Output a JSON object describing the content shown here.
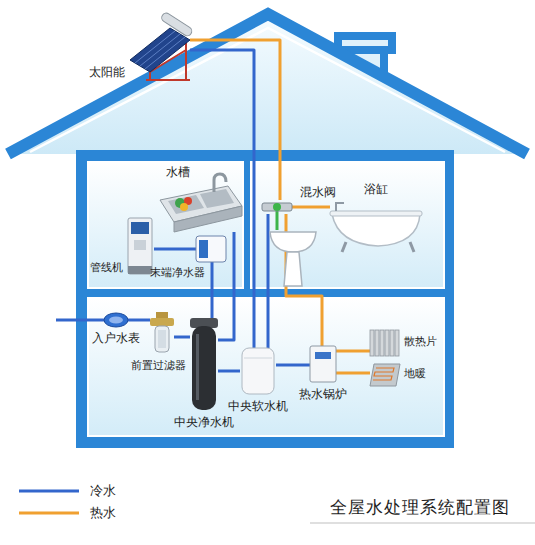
{
  "diagram": {
    "title": "全屋水处理系统配置图",
    "nodes": [
      {
        "text": [
          "太阳能"
        ]
      },
      {
        "text": [
          "水槽"
        ]
      },
      {
        "text": [
          "混水阀"
        ]
      },
      {
        "text": [
          "浴缸"
        ]
      },
      {
        "text": [
          "管线机"
        ]
      },
      {
        "text": [
          "末端净水器"
        ]
      },
      {
        "text": [
          "入户水表"
        ]
      },
      {
        "text": [
          "前置过滤器"
        ]
      },
      {
        "text": [
          "中央净水机"
        ]
      },
      {
        "text": [
          "中央软水机"
        ]
      },
      {
        "text": [
          "热水锅炉"
        ]
      },
      {
        "text": [
          "散热片"
        ]
      },
      {
        "text": [
          "地暖"
        ]
      }
    ],
    "edges": [
      {
        "from": 6,
        "to": 7,
        "arrow": "none"
      },
      {
        "from": 7,
        "to": 8,
        "arrow": "none"
      },
      {
        "from": 8,
        "to": 5,
        "arrow": "none"
      },
      {
        "from": 5,
        "to": 4,
        "arrow": "none"
      },
      {
        "from": 8,
        "to": 1,
        "arrow": "none"
      },
      {
        "from": 8,
        "to": 9,
        "arrow": "none"
      },
      {
        "from": 9,
        "to": 2,
        "arrow": "none"
      },
      {
        "from": 9,
        "to": 0,
        "arrow": "none"
      },
      {
        "from": 9,
        "to": 10,
        "arrow": "none"
      },
      {
        "from": 0,
        "to": 2,
        "arrow": "none"
      },
      {
        "from": 10,
        "to": 2,
        "arrow": "none"
      },
      {
        "from": 2,
        "to": 3,
        "arrow": "none"
      },
      {
        "from": 10,
        "to": 11,
        "arrow": "none"
      },
      {
        "from": 10,
        "to": 12,
        "arrow": "none"
      }
    ],
    "legend": [
      {
        "text": "冷水"
      },
      {
        "text": "热水"
      }
    ]
  }
}
